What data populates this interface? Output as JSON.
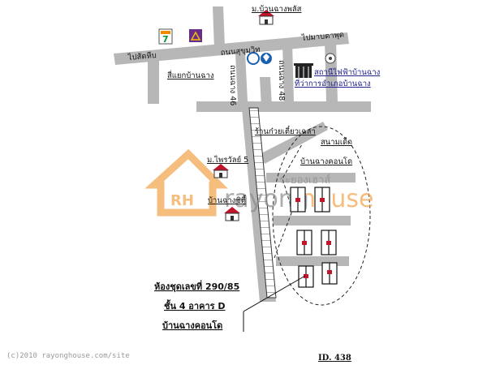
{
  "map": {
    "labels": {
      "place_top": "ม.บ้านฉางพลัส",
      "road_main": "ถนนสุขุมวิท",
      "dir_right": "ไปมาบตาพุด",
      "dir_left": "ไปสัตหีบ",
      "road_46": "ถนนฉาง 46",
      "road_48": "ถนนฉาง 48",
      "intersection": "สี่แยกบ้านฉาง",
      "school": "สถานีไฟฟ้าบ้านฉาง",
      "office": "ที่ว่าการอำเภอบ้านฉาง",
      "noodle": "ร้านก๋วยเตี๋ยวเฉลา",
      "park": "สนามเด็ก",
      "condo_area": "บ้านฉางคอนโด",
      "village1": "ม.ไพรวัลย์ 5",
      "village2": "บ้านฉางซิตี้",
      "unit_line1": "ห้องชุดเลขที่ 290/85",
      "unit_line2": "ชั้น 4 อาคาร D",
      "unit_line3": "บ้านฉางคอนโด",
      "id_label": "ID. 438",
      "copyright": "(c)2010 rayonghouse.com/site"
    },
    "watermark": {
      "logo": "RH",
      "brand_a": "rayong",
      "brand_b": "house",
      "brand_thai": "ระยองเฮาส์"
    },
    "colors": {
      "road": "#b7b7b7",
      "roof": "#c0162c",
      "watermark_orange": "#f2a34a"
    },
    "icons": [
      "seven-eleven-icon",
      "bank-icon",
      "ptt-icon",
      "building-icon",
      "emblem-icon",
      "house-icon"
    ]
  }
}
